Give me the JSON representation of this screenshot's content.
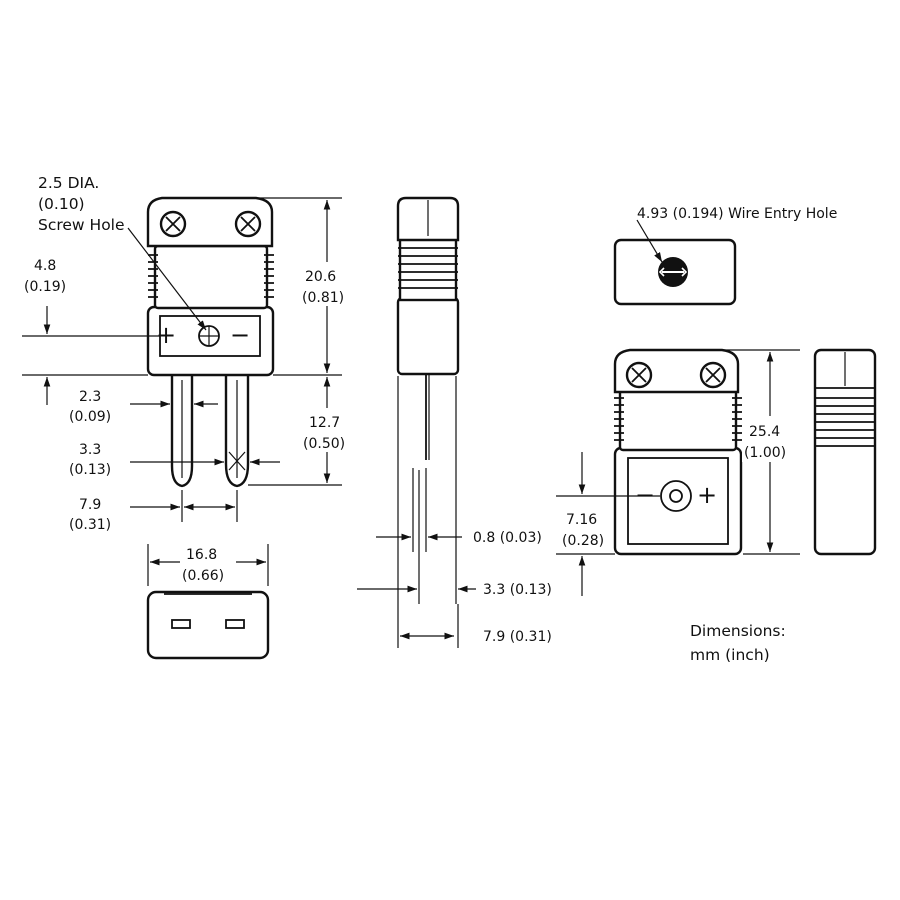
{
  "labels": {
    "screw_hole_line1": "2.5 DIA.",
    "screw_hole_line2": "(0.10)",
    "screw_hole_line3": "Screw Hole",
    "d_4_8": "4.8",
    "d_4_8_in": "(0.19)",
    "d_20_6": "20.6",
    "d_20_6_in": "(0.81)",
    "d_2_3": "2.3",
    "d_2_3_in": "(0.09)",
    "d_12_7": "12.7",
    "d_12_7_in": "(0.50)",
    "d_3_3": "3.3",
    "d_3_3_in": "(0.13)",
    "d_7_9": "7.9",
    "d_7_9_in": "(0.31)",
    "d_16_8": "16.8",
    "d_16_8_in": "(0.66)",
    "side_pin_width": "0.8 (0.03)",
    "side_pin_spacing": "3.3 (0.13)",
    "side_width": "7.9 (0.31)",
    "wire_entry_hole": "4.93 (0.194) Wire Entry Hole",
    "d_25_4": "25.4",
    "d_25_4_in": "(1.00)",
    "d_7_16": "7.16",
    "d_7_16_in": "(0.28)",
    "units_line1": "Dimensions:",
    "units_line2": "mm (inch)"
  },
  "polarity": {
    "plus": "+",
    "minus": "−"
  }
}
